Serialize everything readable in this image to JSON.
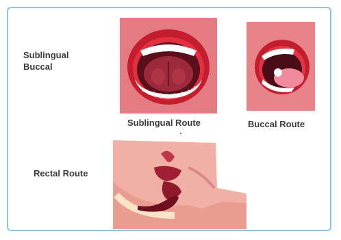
{
  "labels": {
    "sublingual": "Sublingual",
    "buccal": "Buccal",
    "rectal_route": "Rectal Route"
  },
  "captions": {
    "sublingual_route": "Sublingual Route",
    "buccal_route": "Buccal Route"
  },
  "colors": {
    "frame_border": "#8fc3e6",
    "background_pink": "#e8757e",
    "lip_red": "#c9202f",
    "mouth_dark": "#5a0f1a",
    "tongue": "#b83a4a",
    "teeth": "#ffffff",
    "rectal_bg": "#f2b8ae"
  },
  "icons": {
    "sublingual_image": "open-mouth-tongue-raised",
    "buccal_image": "open-mouth-side-view",
    "rectal_image": "rectal-anatomy-cross-section"
  }
}
